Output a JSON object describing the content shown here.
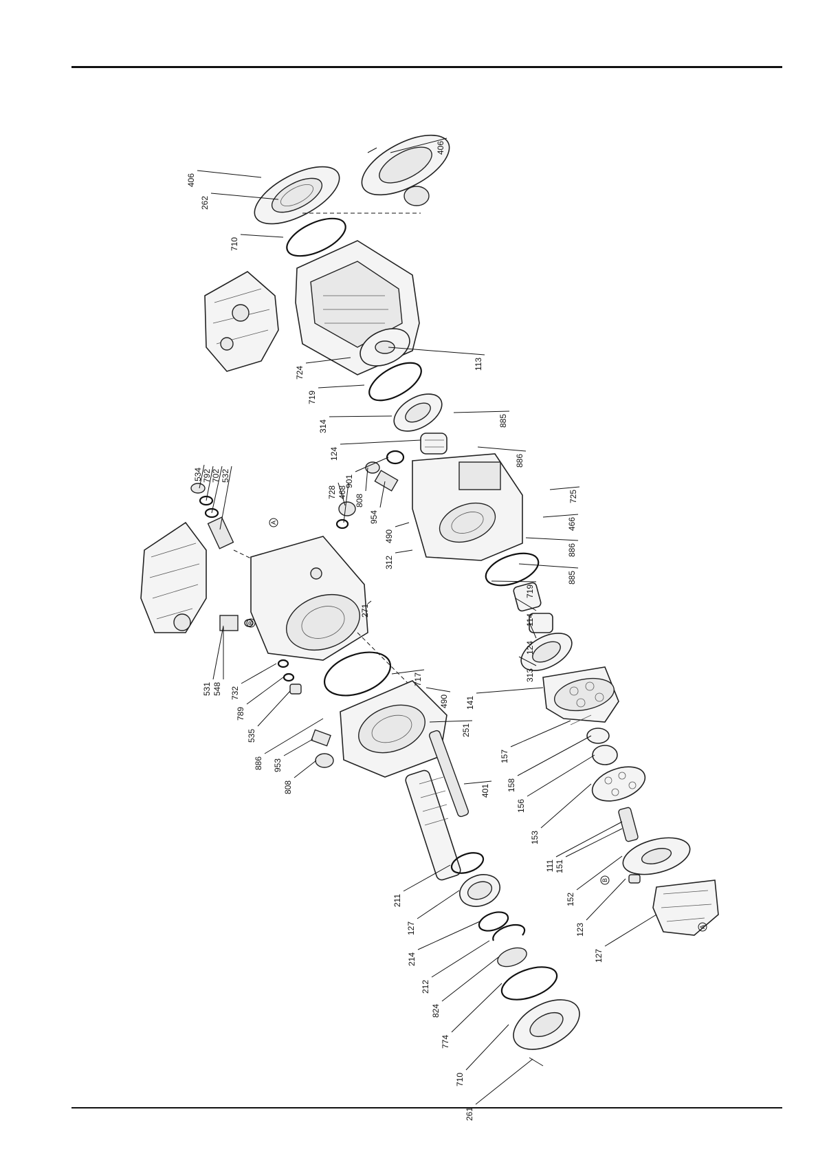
{
  "page": {
    "header_rule": true,
    "footer_rule": true
  },
  "labels": [
    "406",
    "262",
    "710",
    "406",
    "724",
    "113",
    "719",
    "314",
    "885",
    "124",
    "886",
    "901",
    "808",
    "954",
    "490",
    "312",
    "725",
    "466",
    "886",
    "885",
    "534",
    "792",
    "702",
    "532",
    "728",
    "468",
    "271",
    "719",
    "114",
    "124",
    "313",
    "531",
    "548",
    "732",
    "789",
    "535",
    "717",
    "490",
    "141",
    "886",
    "953",
    "808",
    "251",
    "157",
    "158",
    "156",
    "401",
    "153",
    "111",
    "151",
    "152",
    "211",
    "127",
    "123",
    "214",
    "127",
    "212",
    "824",
    "774",
    "710",
    "261",
    "406"
  ],
  "markers": [
    "A",
    "B",
    "B",
    "A"
  ]
}
